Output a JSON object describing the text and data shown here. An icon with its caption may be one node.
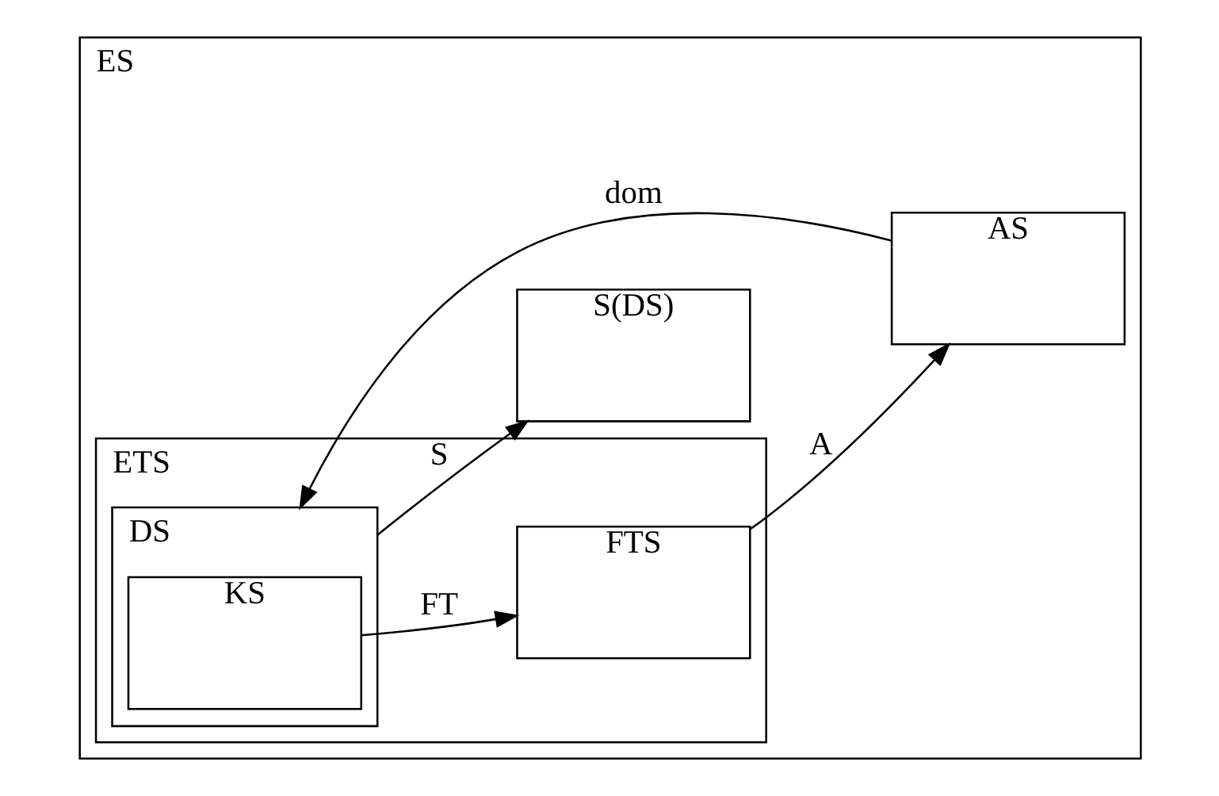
{
  "diagram": {
    "nodes": [
      {
        "text": [
          "ES"
        ]
      },
      {
        "text": [
          "ETS"
        ],
        "in": 0
      },
      {
        "text": [
          "FTS"
        ],
        "in": 1
      },
      {
        "text": [
          "DS"
        ],
        "in": 1
      },
      {
        "text": [
          "KS"
        ],
        "in": 3
      },
      {
        "text": [
          "AS"
        ],
        "in": 0
      },
      {
        "text": [
          "S(DS)"
        ],
        "in": 0
      }
    ],
    "edges": [
      {
        "from": 2,
        "to": 5,
        "arrow": "to",
        "label": "A"
      },
      {
        "from": 5,
        "to": 3,
        "arrow": "to",
        "label": "dom"
      },
      {
        "from": 4,
        "to": 2,
        "arrow": "to",
        "label": "FT"
      },
      {
        "from": 3,
        "to": 6,
        "arrow": "to",
        "label": "S"
      }
    ]
  }
}
